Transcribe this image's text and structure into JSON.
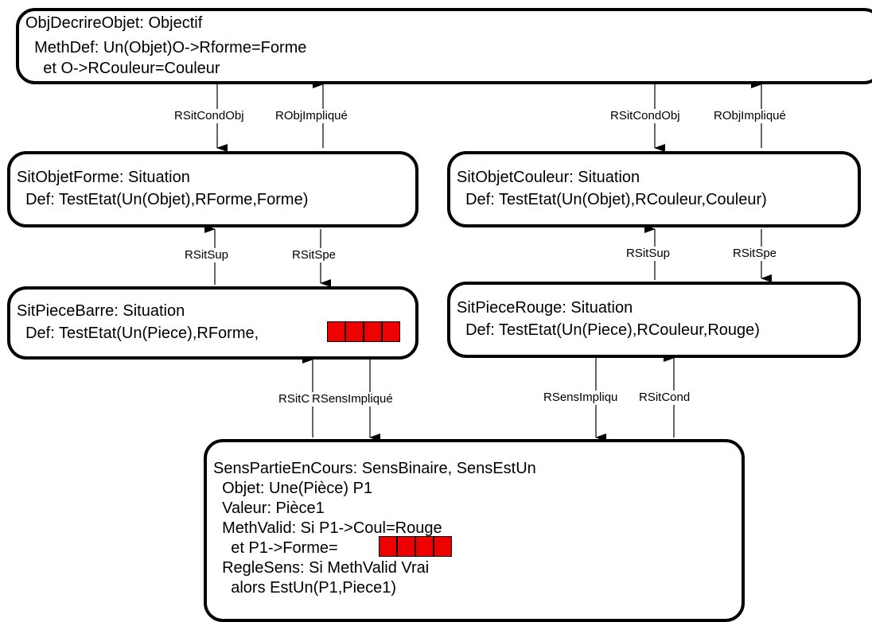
{
  "diagram": {
    "top": {
      "title": "ObjDecrireObjet: Objectif",
      "l1": "  MethDef: Un(Objet)O->Rforme=Forme",
      "l2": "    et O->RCouleur=Couleur"
    },
    "forme": {
      "title": "SitObjetForme: Situation",
      "l1": "  Def: TestEtat(Un(Objet),RForme,Forme)"
    },
    "couleur": {
      "title": "SitObjetCouleur: Situation",
      "l1": "  Def: TestEtat(Un(Objet),RCouleur,Couleur)"
    },
    "barre": {
      "title": "SitPieceBarre: Situation",
      "l1": "  Def: TestEtat(Un(Piece),RForme,"
    },
    "rouge": {
      "title": "SitPieceRouge: Situation",
      "l1": "  Def: TestEtat(Un(Piece),RCouleur,Rouge)"
    },
    "sens": {
      "title": "SensPartieEnCours: SensBinaire, SensEstUn",
      "l1": "  Objet: Une(Pièce) P1",
      "l2": "  Valeur: Pièce1",
      "l3": "  MethValid: Si P1->Coul=Rouge",
      "l4": "    et P1->Forme=",
      "l5": "  RegleSens: Si MethValid Vrai",
      "l6": "    alors EstUn(P1,Piece1)"
    },
    "labels": {
      "sitcondobj_left": "RSitCondObj",
      "robjimplique_left": "RObjImpliqué",
      "sitcondobj_right": "RSitCondObj",
      "robjimplique_right": "RObjImpliqué",
      "sitsup_left": "RSitSup",
      "sitspe_left": "RSitSpe",
      "sitsup_right": "RSitSup",
      "sitspe_right": "RSitSpe",
      "sitc_left": "RSitC",
      "rsensimplique_left": "RSensImpliqué",
      "rsensimplique_right": "RSensImpliqu",
      "rsitcond_right": "RSitCond"
    },
    "colors": {
      "block_fill": "#ee0000",
      "stroke": "#000000"
    }
  }
}
